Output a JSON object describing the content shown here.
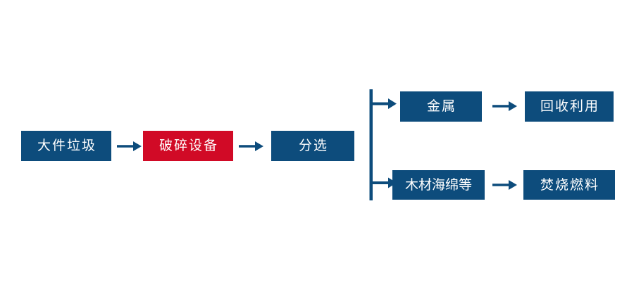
{
  "diagram": {
    "title": "",
    "colors": {
      "node_primary": "#0d4c7c",
      "node_accent": "#d10a26",
      "arrow": "#0d4c7c",
      "text": "#ffffff",
      "background": "#ffffff"
    },
    "nodes": [
      {
        "id": "bulky-waste",
        "label": "大件垃圾",
        "style": "primary"
      },
      {
        "id": "crusher",
        "label": "破碎设备",
        "style": "accent"
      },
      {
        "id": "sorting",
        "label": "分选",
        "style": "primary"
      },
      {
        "id": "metal",
        "label": "金属",
        "style": "primary"
      },
      {
        "id": "recycle",
        "label": "回收利用",
        "style": "primary"
      },
      {
        "id": "wood-sponge",
        "label": "木材海绵等",
        "style": "primary"
      },
      {
        "id": "incinerate",
        "label": "焚烧燃料",
        "style": "primary"
      }
    ],
    "connectors": [
      {
        "id": "waste-to-crusher",
        "type": "arrow",
        "from": "bulky-waste",
        "to": "crusher"
      },
      {
        "id": "crusher-to-sorting",
        "type": "arrow",
        "from": "crusher",
        "to": "sorting"
      },
      {
        "id": "sorting-branch",
        "type": "bracket",
        "from": "sorting",
        "to": [
          "metal",
          "wood-sponge"
        ]
      },
      {
        "id": "metal-to-recycle",
        "type": "arrow",
        "from": "metal",
        "to": "recycle"
      },
      {
        "id": "wood-to-incinerate",
        "type": "arrow",
        "from": "wood-sponge",
        "to": "incinerate"
      }
    ]
  }
}
